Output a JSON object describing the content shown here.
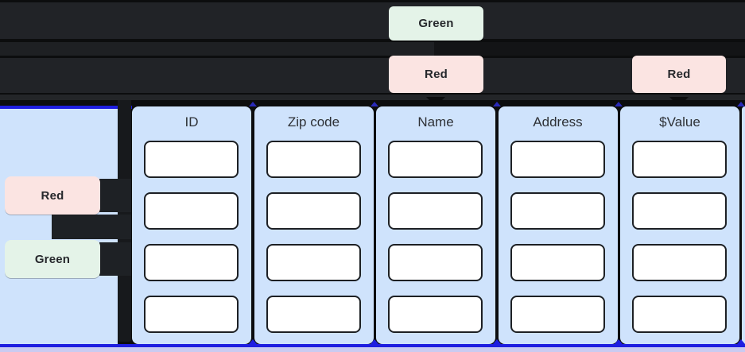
{
  "diagram": {
    "top_tree": {
      "root": {
        "label": "Green"
      },
      "children": [
        {
          "label": "Red"
        },
        {
          "label": "Red"
        }
      ]
    },
    "left_tree": {
      "nodes": [
        {
          "label": "Red"
        },
        {
          "label": "Green"
        }
      ]
    },
    "table": {
      "columns": [
        {
          "header": "ID"
        },
        {
          "header": "Zip code"
        },
        {
          "header": "Name"
        },
        {
          "header": "Address"
        },
        {
          "header": "$Value"
        }
      ],
      "rows_per_column": 4
    },
    "colors": {
      "background": "#0c0d0e",
      "lane_gray": "#212327",
      "lane_thin": "#1e2023",
      "lane_dark": "#131416",
      "lane_quaternary": "#232528",
      "strip_dark": "#17191c",
      "connector_dark": "#1e2125",
      "green_badge": "#e4f3e8",
      "red_badge": "#fbe4e2",
      "panel_blue": "#cfe3fc",
      "outline_blue": "#1e1ee0",
      "tick_blue": "#2a2ab8",
      "lavender_strip": "#c9cbf1",
      "cell_white": "#ffffff",
      "cell_border": "#1d2024",
      "header_text": "#2e3136",
      "badge_text": "#26282c"
    }
  }
}
